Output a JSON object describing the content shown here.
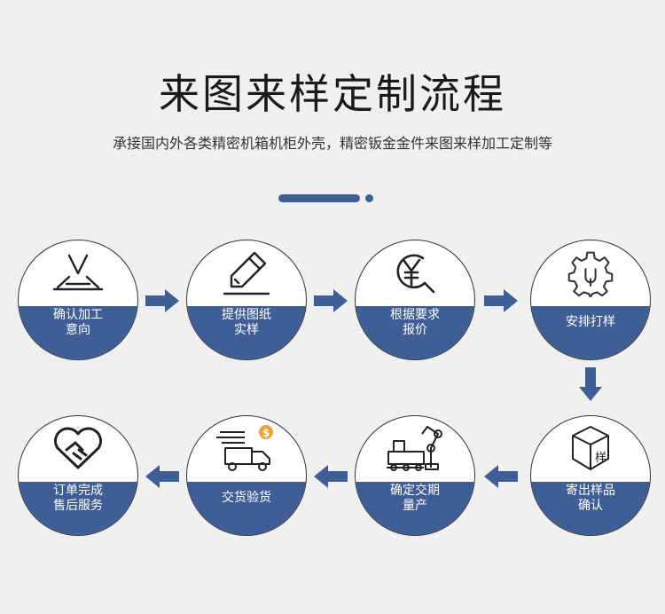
{
  "page": {
    "title": "来图来样定制流程",
    "subtitle": "承接国内外各类精密机箱机柜外壳，精密钣金金件来图来样加工定制等"
  },
  "colors": {
    "accent": "#3f5e96",
    "background": "#f0f0f0",
    "outline": "#333333"
  },
  "steps": [
    {
      "icon": "press-brake-icon",
      "line1": "确认加工",
      "line2": "意向"
    },
    {
      "icon": "pencil-icon",
      "line1": "提供图纸",
      "line2": "实样"
    },
    {
      "icon": "yuan-search-icon",
      "line1": "根据要求",
      "line2": "报价"
    },
    {
      "icon": "gear-icon",
      "line1": "安排打样",
      "line2": ""
    },
    {
      "icon": "sample-box-icon",
      "line1": "寄出样品",
      "line2": "确认",
      "box_text": "样"
    },
    {
      "icon": "robot-arm-icon",
      "line1": "确定交期",
      "line2": "量产"
    },
    {
      "icon": "delivery-truck-icon",
      "line1": "交货验货",
      "line2": "",
      "coin_text": "$"
    },
    {
      "icon": "handshake-heart-icon",
      "line1": "订单完成",
      "line2": "售后服务"
    }
  ]
}
